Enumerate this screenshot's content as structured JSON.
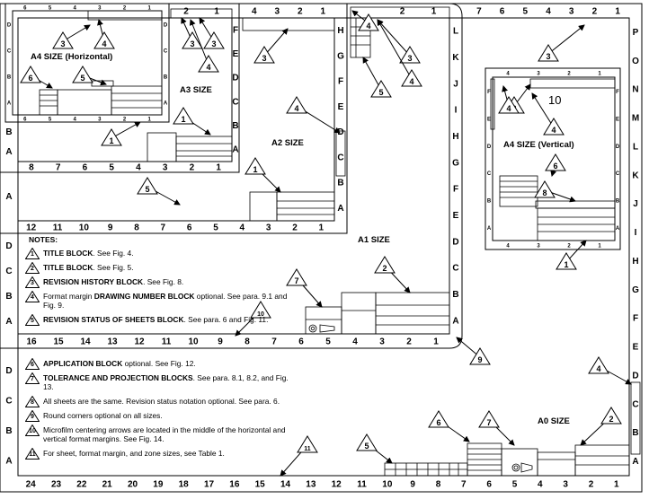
{
  "sheets": {
    "a0": {
      "label": "A0 SIZE",
      "top_zones": [
        "7",
        "6",
        "5",
        "4",
        "3",
        "2",
        "1"
      ],
      "bottom_zones": [
        "24",
        "23",
        "22",
        "21",
        "20",
        "19",
        "18",
        "17",
        "16",
        "15",
        "14",
        "13",
        "12",
        "11",
        "10",
        "9",
        "8",
        "7",
        "6",
        "5",
        "4",
        "3",
        "2",
        "1"
      ],
      "left_zones": [
        "D",
        "C",
        "B",
        "A"
      ],
      "right_zones": [
        "P",
        "O",
        "N",
        "M",
        "L",
        "K",
        "J",
        "I",
        "H",
        "G",
        "F",
        "E",
        "D",
        "C",
        "B",
        "A"
      ]
    },
    "a1": {
      "label": "A1 SIZE",
      "top_zones": [
        "2",
        "1"
      ],
      "bottom_zones": [
        "16",
        "15",
        "14",
        "13",
        "12",
        "11",
        "10",
        "9",
        "8",
        "7",
        "6",
        "5",
        "4",
        "3",
        "2",
        "1"
      ],
      "left_zones": [
        "D",
        "C",
        "B",
        "A"
      ],
      "right_zones": [
        "L",
        "K",
        "J",
        "I",
        "H",
        "G",
        "F",
        "E",
        "D",
        "C",
        "B",
        "A"
      ]
    },
    "a2": {
      "label": "A2 SIZE",
      "top_zones": [
        "4",
        "3",
        "2",
        "1"
      ],
      "bottom_zones": [
        "12",
        "11",
        "10",
        "9",
        "8",
        "7",
        "6",
        "5",
        "4",
        "3",
        "2",
        "1"
      ],
      "right_zones": [
        "H",
        "G",
        "F",
        "E",
        "D",
        "C",
        "B",
        "A"
      ],
      "left_zones": [
        "A"
      ]
    },
    "a3": {
      "label": "A3 SIZE",
      "top_zones": [
        "2",
        "1"
      ],
      "bottom_zones": [
        "8",
        "7",
        "6",
        "5",
        "4",
        "3",
        "2",
        "1"
      ],
      "right_zones": [
        "F",
        "E",
        "D",
        "C",
        "B",
        "A"
      ],
      "left_zones": [
        "B",
        "A"
      ]
    },
    "a4h": {
      "label": "A4 SIZE  (Horizontal)",
      "top_zones": [
        "6",
        "5",
        "4",
        "3",
        "2",
        "1"
      ],
      "bottom_zones": [
        "6",
        "5",
        "4",
        "3",
        "2",
        "1"
      ],
      "left_zones": [
        "D",
        "C",
        "B",
        "A"
      ],
      "right_zones": [
        "D",
        "C",
        "B",
        "A"
      ]
    },
    "a4v": {
      "label": "A4 SIZE  (Vertical)",
      "ten_label": "10",
      "top_zones": [
        "4",
        "3",
        "2",
        "1"
      ],
      "bottom_zones": [
        "4",
        "3",
        "2",
        "1"
      ],
      "left_zones": [
        "F",
        "E",
        "D",
        "C",
        "B",
        "A"
      ],
      "right_zones": [
        "F",
        "E",
        "D",
        "C",
        "B",
        "A"
      ]
    }
  },
  "callouts": {
    "c1": "1",
    "c2": "2",
    "c3": "3",
    "c4": "4",
    "c5": "5",
    "c6": "6",
    "c7": "7",
    "c8": "8",
    "c9": "9",
    "c10": "10",
    "c11": "11"
  },
  "notes_title": "NOTES:",
  "notes": [
    {
      "num": "1",
      "bold": "TITLE BLOCK",
      "text": ". See Fig. 4."
    },
    {
      "num": "2",
      "bold": "TITLE BLOCK",
      "text": ". See Fig. 5."
    },
    {
      "num": "3",
      "bold": "REVISION HISTORY BLOCK",
      "text": ". See Fig. 8."
    },
    {
      "num": "4",
      "pre": "Format margin ",
      "bold": "DRAWING NUMBER BLOCK",
      "text": " optional. See para. 9.1 and Fig. 9."
    },
    {
      "num": "5",
      "bold": "REVISION STATUS OF SHEETS BLOCK",
      "text": ". See para. 6 and Fig. 11."
    },
    {
      "num": "6",
      "bold": "APPLICATION BLOCK",
      "text": " optional. See Fig. 12."
    },
    {
      "num": "7",
      "bold": "TOLERANCE AND PROJECTION BLOCKS",
      "text": ". See para. 8.1, 8.2, and Fig. 13."
    },
    {
      "num": "8",
      "text": "All sheets are the same. Revision status notation optional. See para. 6."
    },
    {
      "num": "9",
      "text": "Round corners optional on all sizes."
    },
    {
      "num": "10",
      "text": "Microfilm centering arrows are located in the middle of the horizontal and vertical format margins. See Fig. 14."
    },
    {
      "num": "11",
      "text": "For sheet, format margin, and zone sizes, see Table 1."
    }
  ]
}
